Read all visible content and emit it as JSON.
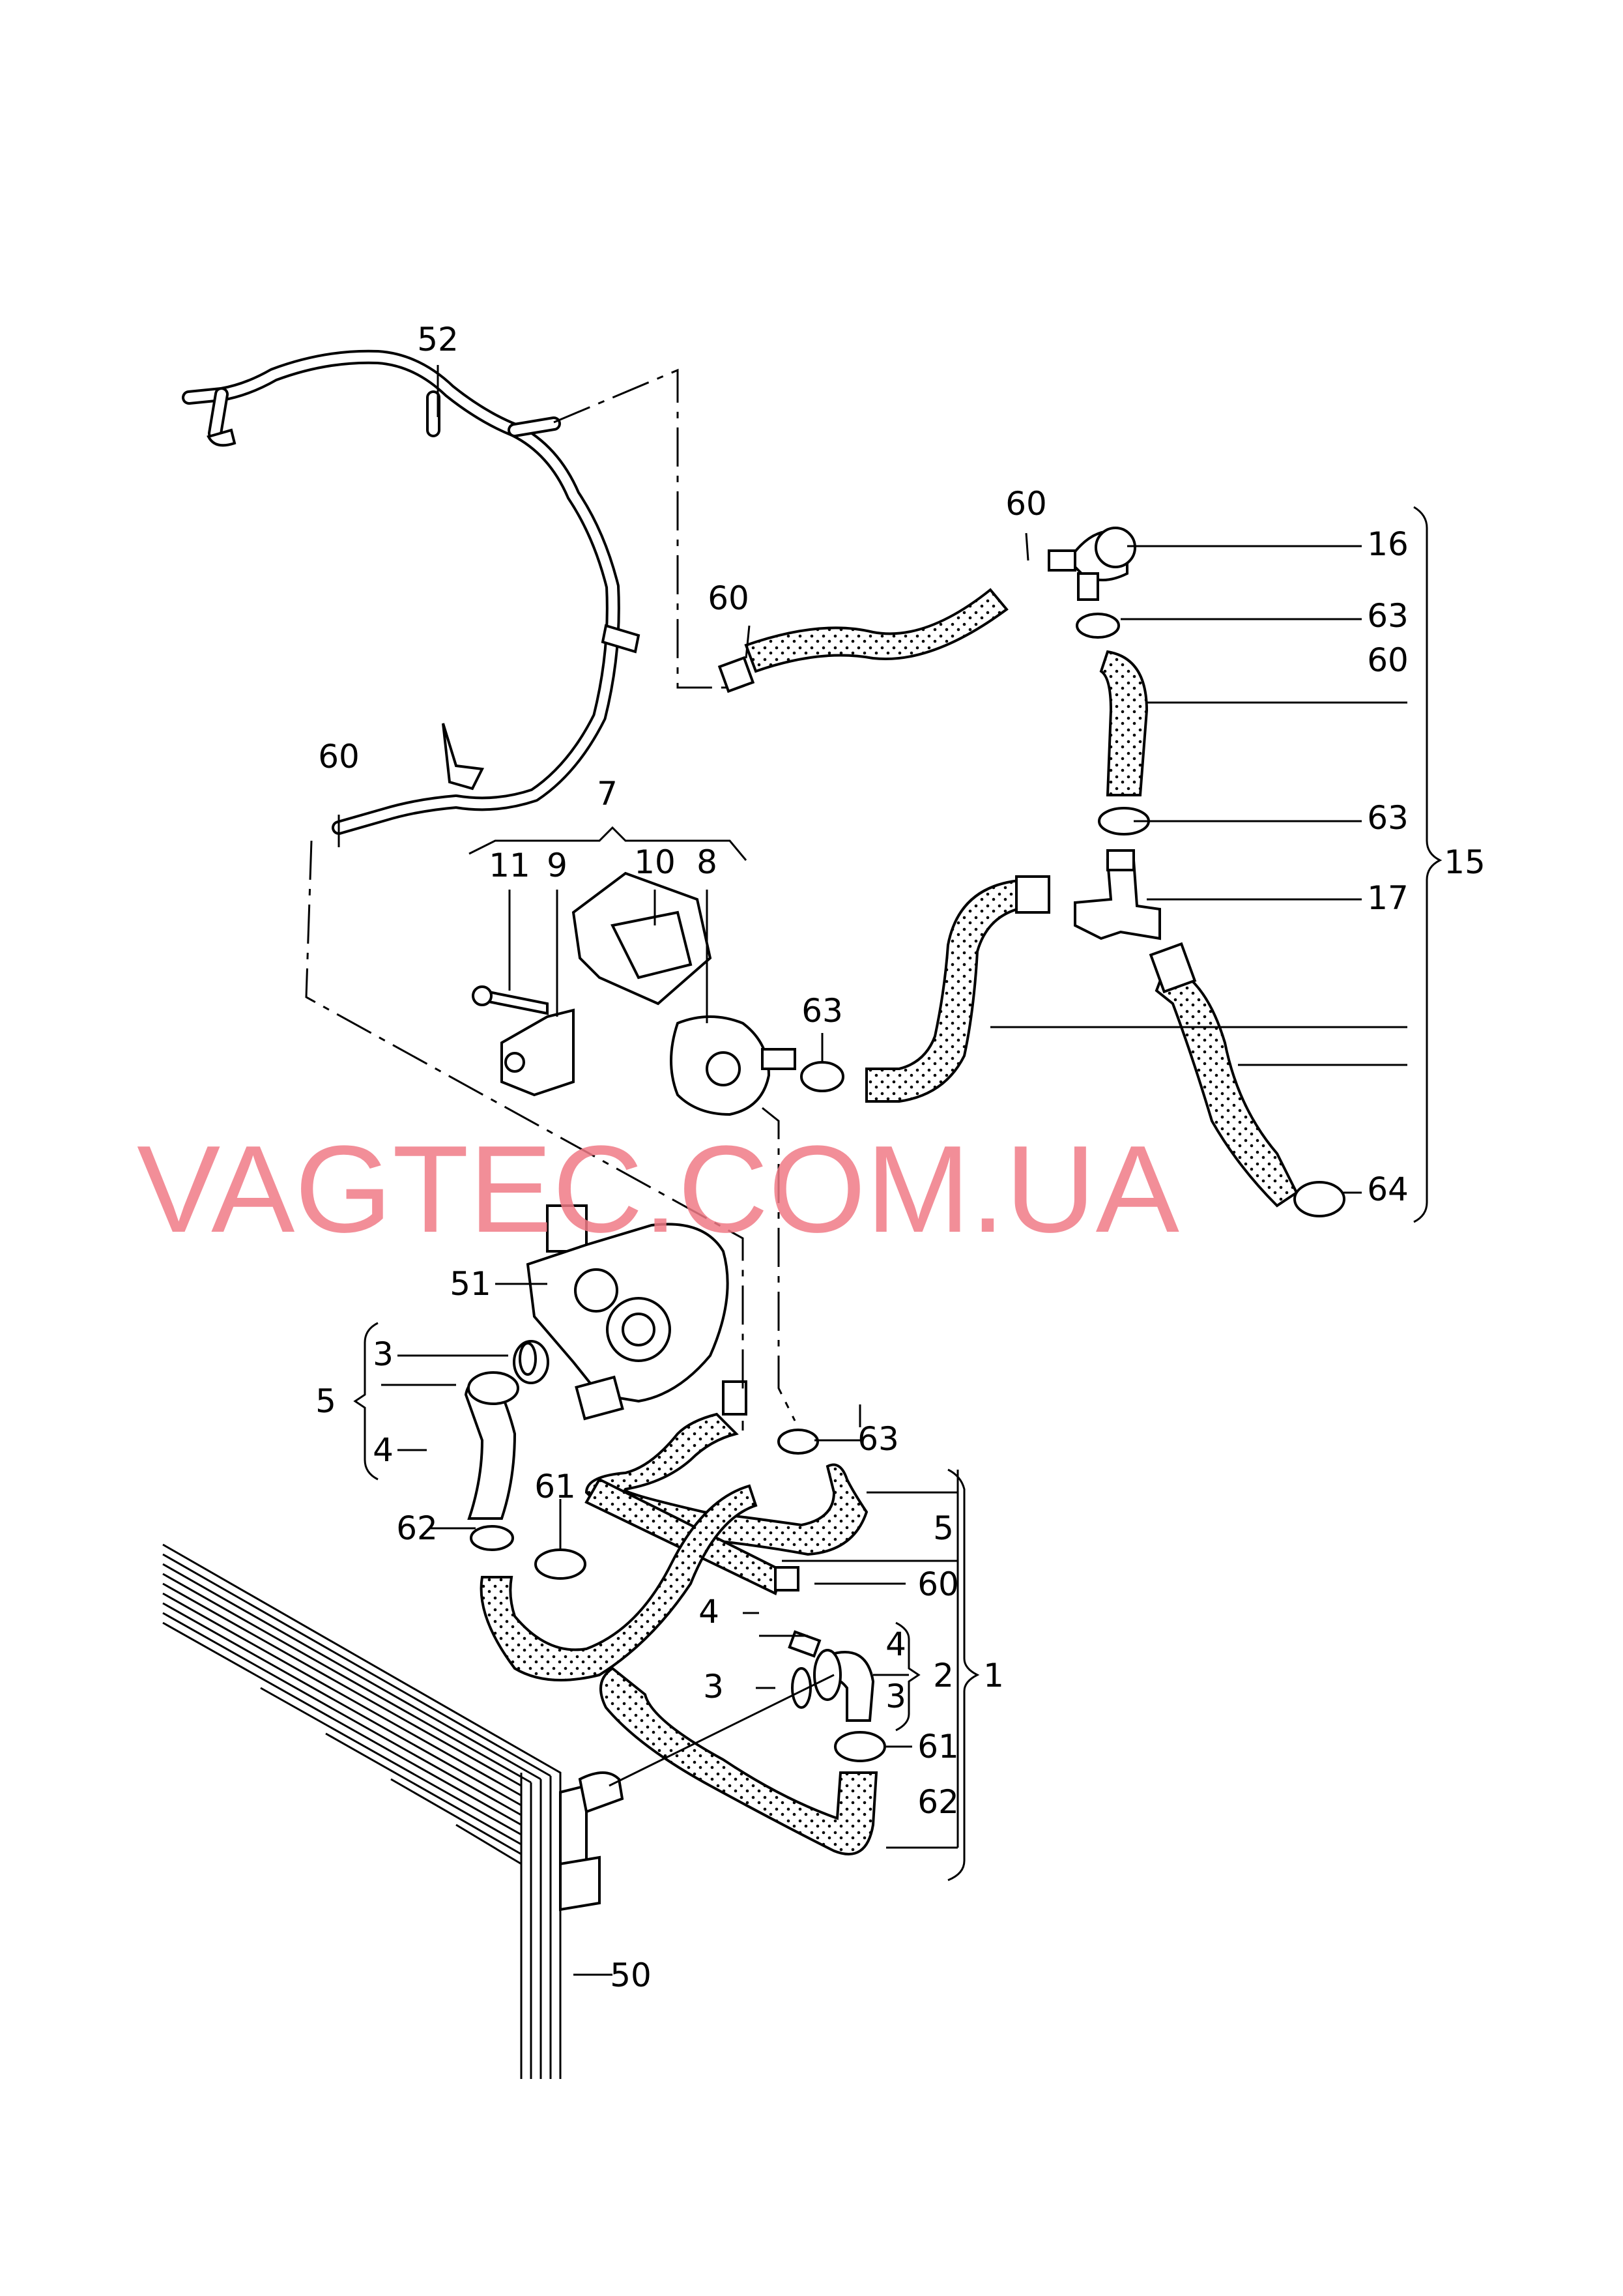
{
  "watermark": "VAGTEC.COM.UA",
  "callouts": {
    "c1": "1",
    "c2": "2",
    "c3a": "3",
    "c3b": "3",
    "c3c": "3",
    "c4a": "4",
    "c4b": "4",
    "c4c": "4",
    "c5a": "5",
    "c5b": "5",
    "c7": "7",
    "c8": "8",
    "c9": "9",
    "c10": "10",
    "c11": "11",
    "c15": "15",
    "c16": "16",
    "c17": "17",
    "c50": "50",
    "c51": "51",
    "c52": "52",
    "c60a": "60",
    "c60b": "60",
    "c60c": "60",
    "c60d": "60",
    "c60e": "60",
    "c61a": "61",
    "c61b": "61",
    "c62a": "62",
    "c62b": "62",
    "c63a": "63",
    "c63b": "63",
    "c63c": "63",
    "c63d": "63",
    "c64": "64"
  }
}
